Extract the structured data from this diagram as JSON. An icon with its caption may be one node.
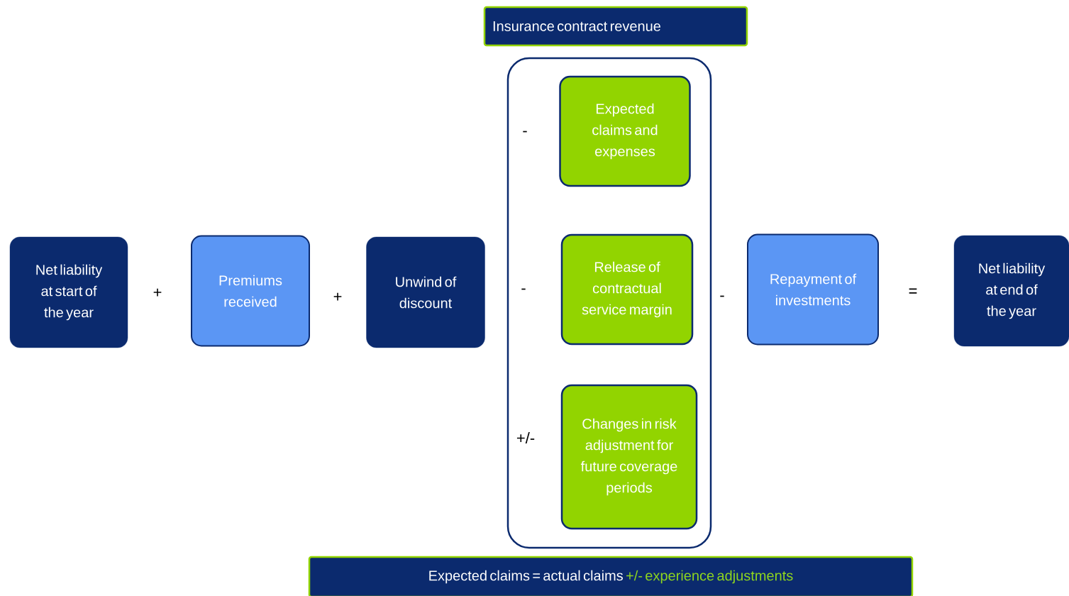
{
  "diagram": {
    "nodes": [
      {
        "text": [
          "Insurance contract revenue"
        ]
      },
      {
        "text": [
          "Net liability at start of the year"
        ]
      },
      {
        "text": [
          "Premiums received"
        ]
      },
      {
        "text": [
          "Unwind of discount"
        ]
      },
      {
        "text": [],
        "shape": "box"
      },
      {
        "text": [
          "Expected claims and expenses"
        ],
        "in": 4
      },
      {
        "text": [
          "Release of contractual service margin"
        ],
        "in": 4
      },
      {
        "text": [
          "Changes in risk adjustment for future coverage periods"
        ],
        "in": 4
      },
      {
        "text": [
          "Repayment of investments"
        ]
      },
      {
        "text": [
          "Net liability at end of the year"
        ]
      },
      {
        "text": [
          "Expected claims = actual claims",
          "+/- experience adjustments"
        ]
      }
    ],
    "labels": [
      "+",
      "+",
      "-",
      "-",
      "+/-",
      "-",
      "="
    ]
  }
}
